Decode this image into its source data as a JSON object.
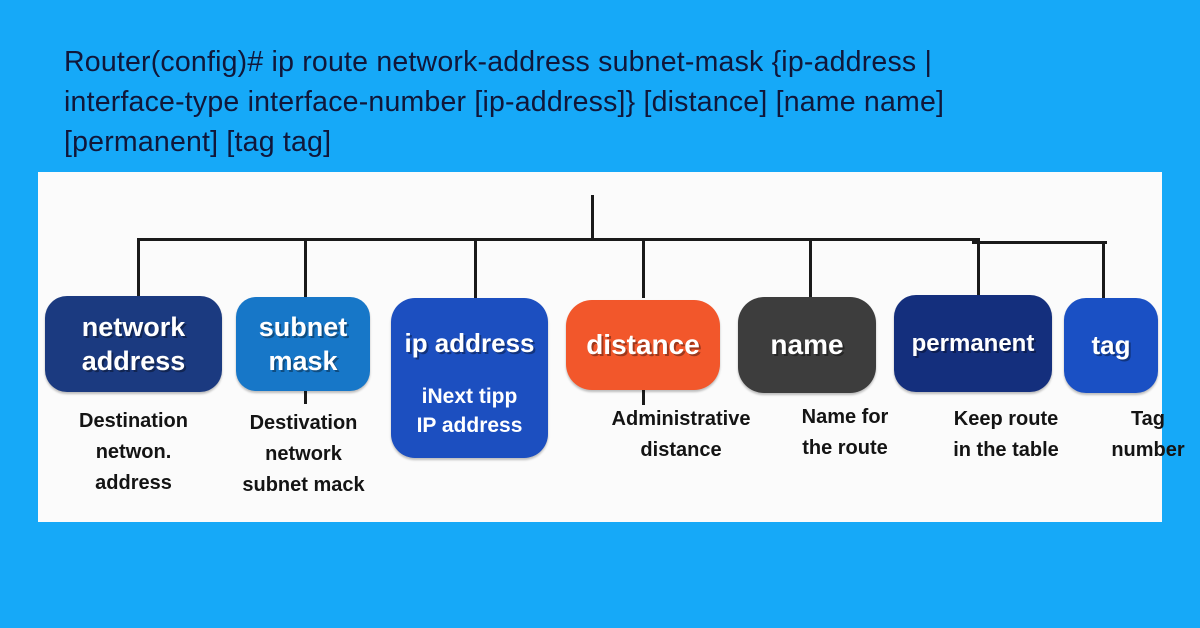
{
  "colors": {
    "background": "#16a9f8",
    "panel": "#fbfbfb",
    "header_text": "#10173a",
    "connector": "#1a1a1a",
    "node_network_address": "#1b3a80",
    "node_subnet_mask": "#1777c8",
    "node_ip_address": "#1c4fc0",
    "node_distance": "#f2572b",
    "node_name": "#3d3d3d",
    "node_permanent": "#142f7d",
    "node_tag": "#1a50c4",
    "description_text": "#141414"
  },
  "header": {
    "lines": [
      "Router(config)# ip route network-address subnet-mask {ip-address |",
      "interface-type interface-number [ip-address]} [distance] [name name]",
      "[permanent] [tag tag]"
    ]
  },
  "diagram": {
    "nodes": [
      {
        "label_lines": [
          "network",
          "address"
        ],
        "desc_lines": [
          "Destination",
          "netwon.",
          "address"
        ]
      },
      {
        "label_lines": [
          "subnet",
          "mask"
        ],
        "desc_lines": [
          "Destivation",
          "network",
          "subnet mack"
        ]
      },
      {
        "label_lines": [
          "ip address"
        ],
        "sub_lines": [
          "iNext tipp",
          "IP address"
        ],
        "desc_lines": []
      },
      {
        "label_lines": [
          "distance"
        ],
        "desc_lines": [
          "Administrative",
          "distance"
        ]
      },
      {
        "label_lines": [
          "name"
        ],
        "desc_lines": [
          "Name for",
          "the route"
        ]
      },
      {
        "label_lines": [
          "permanent"
        ],
        "desc_lines": [
          "Keep route",
          "in the table"
        ]
      },
      {
        "label_lines": [
          "tag"
        ],
        "desc_lines": [
          "Tag",
          "number"
        ]
      }
    ]
  }
}
